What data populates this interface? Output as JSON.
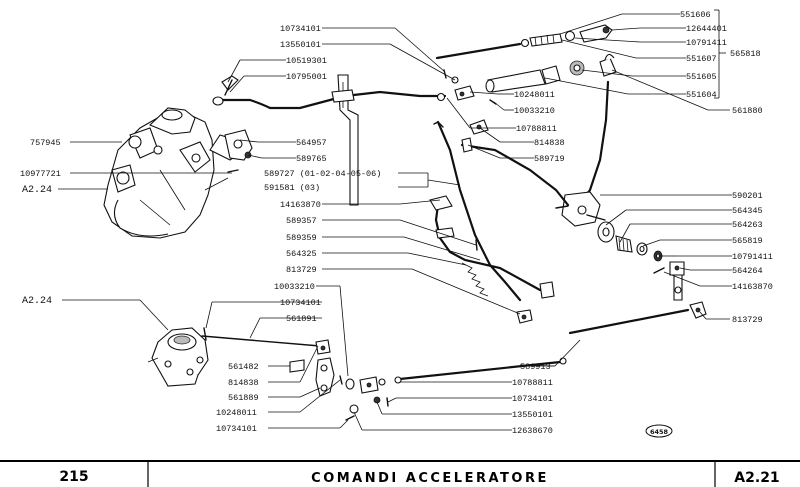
{
  "footer": {
    "page_number": "215",
    "title": "COMANDI ACCELERATORE",
    "section": "A2.21"
  },
  "figure_code": "6458",
  "labels": {
    "l551606": "551606",
    "l12644401": "12644401",
    "l10791411a": "10791411",
    "l551607": "551607",
    "l551605": "551605",
    "l551604": "551604",
    "l565818": "565818",
    "l561880": "561880",
    "l10734101a": "10734101",
    "l13550101a": "13550101",
    "l10519301": "10519301",
    "l10795001": "10795001",
    "l10248011a": "10248011",
    "l10033210a": "10033210",
    "l10788811a": "10788811",
    "l757945": "757945",
    "l814838a": "814838",
    "l564957": "564957",
    "l589765": "589765",
    "l589719": "589719",
    "l10977721": "10977721",
    "lA224a": "A2.24",
    "l589727": "589727 (01-02-04-05-06)",
    "l591581": "591581 (03)",
    "l590201": "590201",
    "l14163870a": "14163870",
    "l564345": "564345",
    "l589357": "589357",
    "l564263": "564263",
    "l589359": "589359",
    "l565819": "565819",
    "l564325": "564325",
    "l10791411b": "10791411",
    "l813729a": "813729",
    "l564264": "564264",
    "l10033210b": "10033210",
    "l14163870b": "14163870",
    "lA224b": "A2.24",
    "l10734101b": "10734101",
    "l813729b": "813729",
    "l561891": "561891",
    "l589913": "589913",
    "l561482": "561482",
    "l814838b": "814838",
    "l10788811b": "10788811",
    "l561889": "561889",
    "l10734101c": "10734101",
    "l10248011b": "10248011",
    "l13550101b": "13550101",
    "l10734101d": "10734101",
    "l12638670": "12638670"
  }
}
